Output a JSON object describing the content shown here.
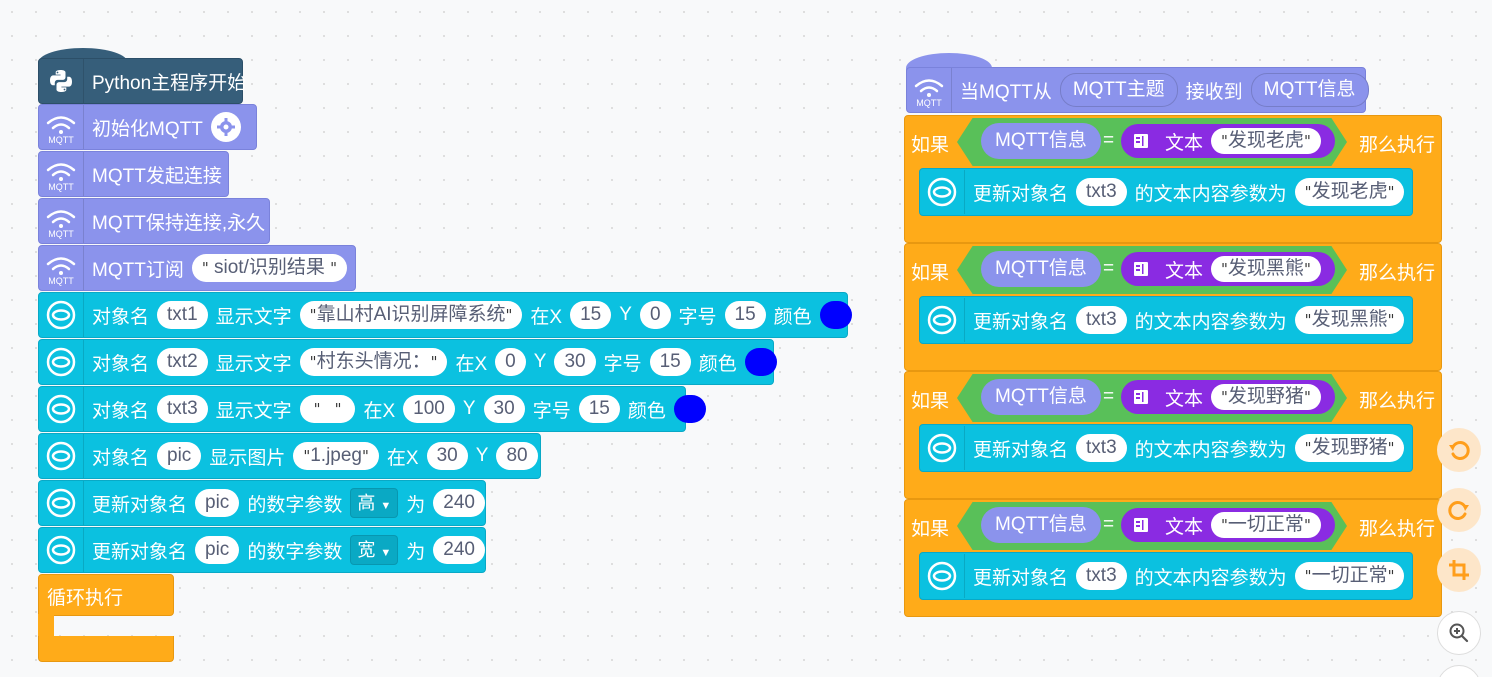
{
  "left": {
    "start_label": "Python主程序开始",
    "init_mqtt": "初始化MQTT",
    "connect": "MQTT发起连接",
    "keepalive": "MQTT保持连接,永久",
    "subscribe": "MQTT订阅",
    "subscribe_topic": "siot/识别结果",
    "mqtt_icon_label": "MQTT",
    "obj_name": "对象名",
    "show_text": "显示文字",
    "show_image": "显示图片",
    "at_x": "在X",
    "y": "Y",
    "font_size": "字号",
    "color": "颜色",
    "update_obj": "更新对象名",
    "num_param": "的数字参数",
    "as": "为",
    "rows": [
      {
        "obj": "txt1",
        "text": "靠山村AI识别屏障系统",
        "x": "15",
        "y": "0",
        "size": "15"
      },
      {
        "obj": "txt2",
        "text": "村东头情况：",
        "x": "0",
        "y": "30",
        "size": "15"
      },
      {
        "obj": "txt3",
        "text": " ",
        "x": "100",
        "y": "30",
        "size": "15"
      }
    ],
    "pic": {
      "obj": "pic",
      "file": "1.jpeg",
      "x": "30",
      "y": "80"
    },
    "updates": [
      {
        "obj": "pic",
        "param": "高",
        "value": "240"
      },
      {
        "obj": "pic",
        "param": "宽",
        "value": "240"
      }
    ],
    "loop": "循环执行",
    "dot_color": "#0000ff"
  },
  "right": {
    "when_mqtt": "当MQTT从",
    "topic_pill": "MQTT主题",
    "received": "接收到",
    "msg_pill": "MQTT信息",
    "if": "如果",
    "then": "那么执行",
    "eq": "=",
    "text_label": "文本",
    "update_text": "更新对象名",
    "text_param": "的文本内容参数为",
    "conds": [
      {
        "match": "发现老虎",
        "obj": "txt3",
        "value": "发现老虎"
      },
      {
        "match": "发现黑熊",
        "obj": "txt3",
        "value": "发现黑熊"
      },
      {
        "match": "发现野猪",
        "obj": "txt3",
        "value": "发现野猪"
      },
      {
        "match": "一切正常",
        "obj": "txt3",
        "value": "一切正常"
      }
    ]
  },
  "controls": [
    "undo-icon",
    "redo-icon",
    "crop-icon",
    "zoom-in-icon"
  ],
  "colors": {
    "mqtt": "#8b93ec",
    "cyan": "#0bc1e0",
    "orange": "#ffab19",
    "green": "#59c059",
    "purple": "#8a2be2",
    "dark": "#365e7a"
  }
}
